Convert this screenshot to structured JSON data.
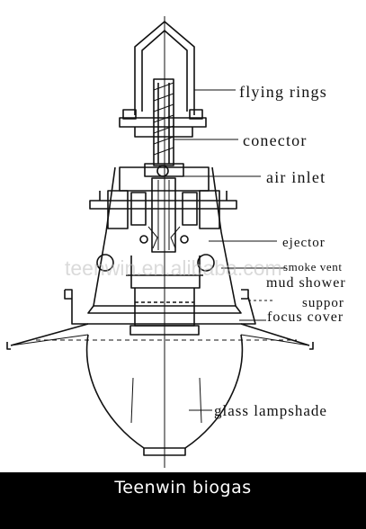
{
  "diagram": {
    "labels": {
      "flying_rings": "flying rings",
      "conector": "conector",
      "air_inlet": "air inlet",
      "ejector": "ejector",
      "smoke_vent": "smoke vent",
      "mud_shower": "mud shower",
      "suppor": "suppor",
      "focus_cover": "focus cover",
      "glass_lampshade": "glass lampshade"
    },
    "watermark": "teenwin.en.alibaba.com",
    "line_color": "#111111"
  },
  "caption": {
    "text": "Teenwin biogas",
    "background": "#000000",
    "color": "#ffffff"
  }
}
